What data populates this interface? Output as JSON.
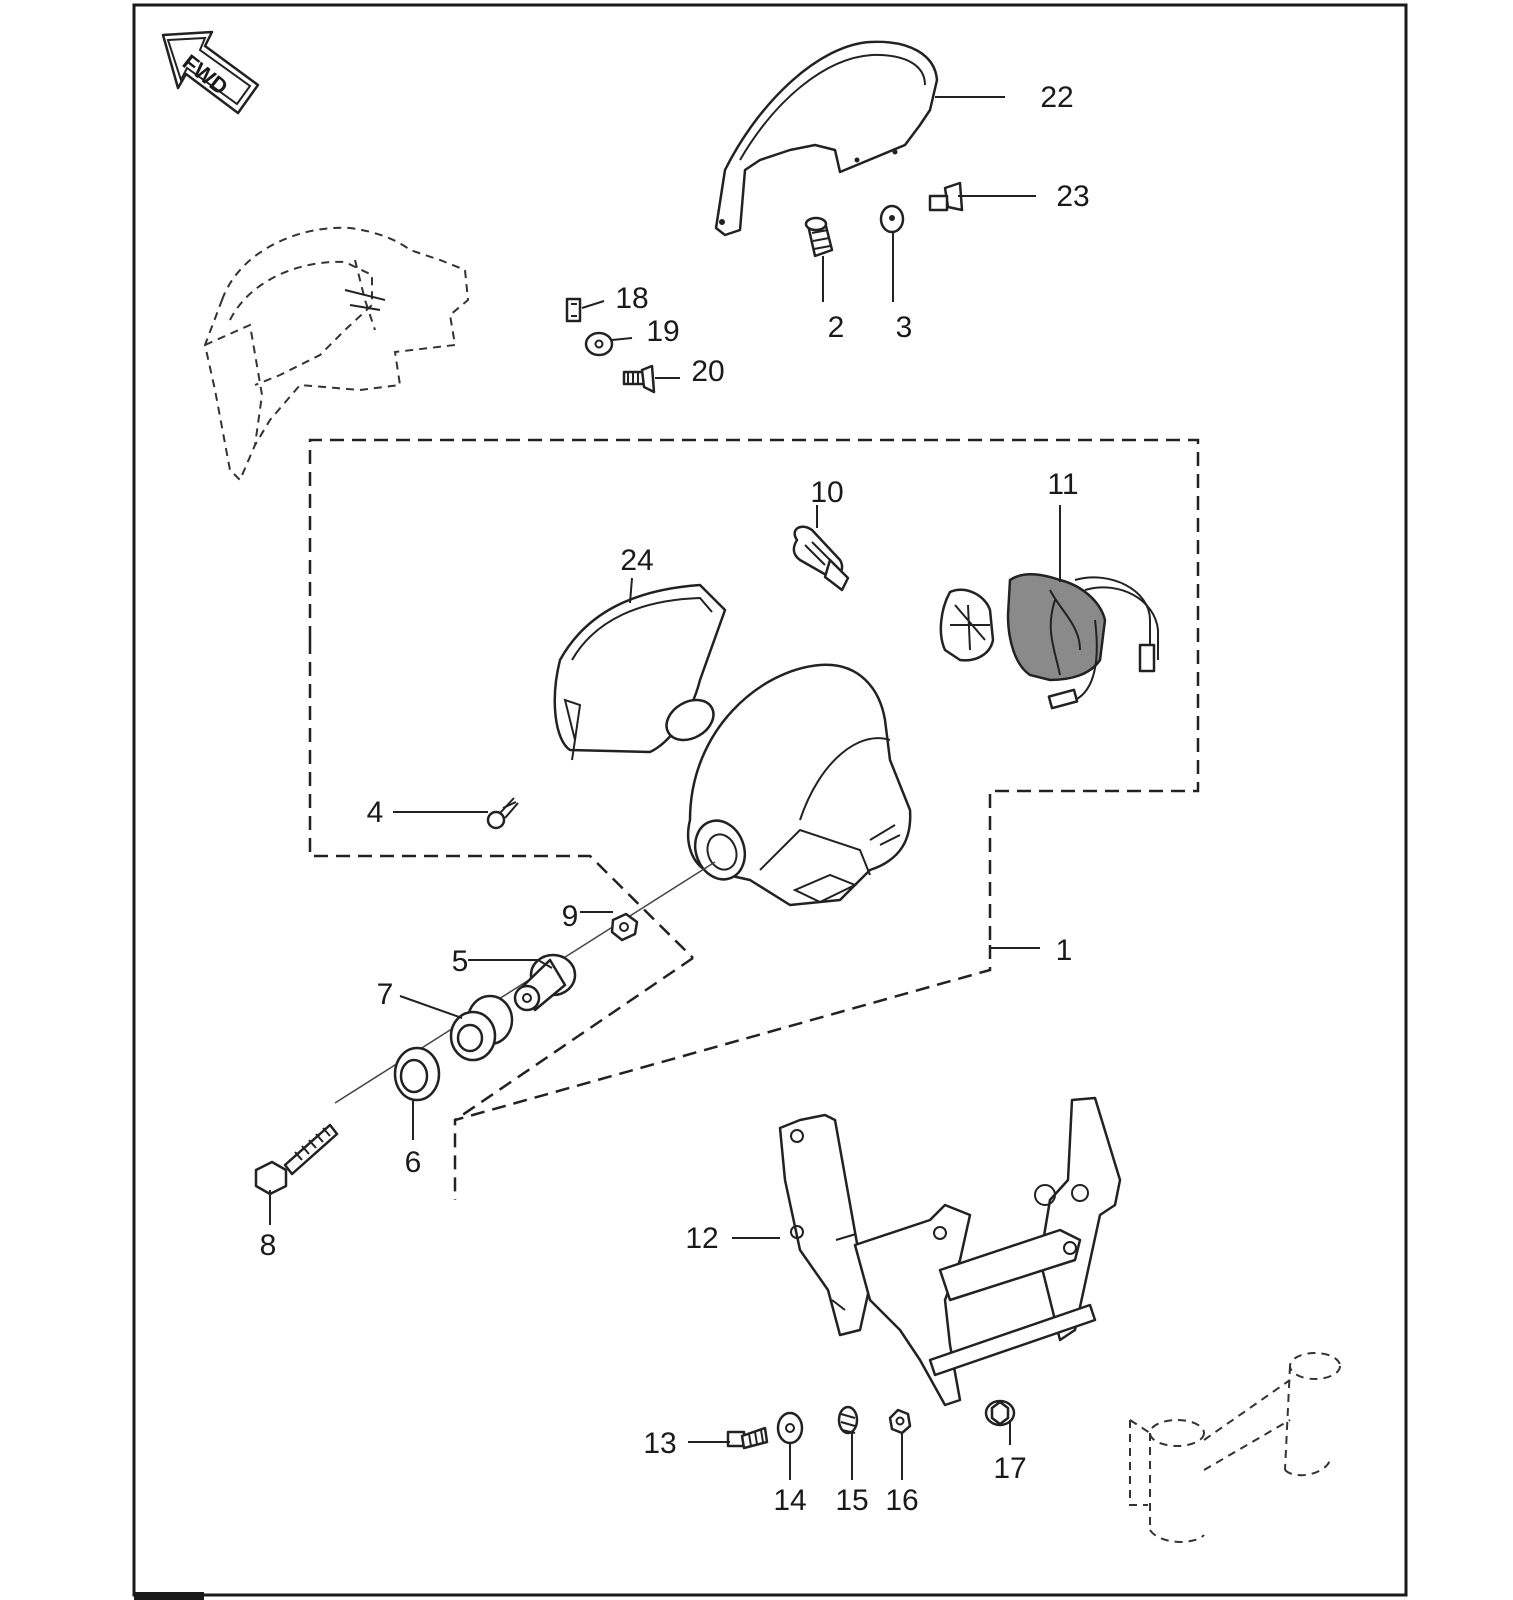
{
  "fwd_label": "FWD",
  "callouts": {
    "p1": "1",
    "p2": "2",
    "p3": "3",
    "p4": "4",
    "p5": "5",
    "p6": "6",
    "p7": "7",
    "p8": "8",
    "p9": "9",
    "p10": "10",
    "p11": "11",
    "p12": "12",
    "p13": "13",
    "p14": "14",
    "p15": "15",
    "p16": "16",
    "p17": "17",
    "p18": "18",
    "p19": "19",
    "p20": "20",
    "p22": "22",
    "p23": "23",
    "p24": "24"
  }
}
